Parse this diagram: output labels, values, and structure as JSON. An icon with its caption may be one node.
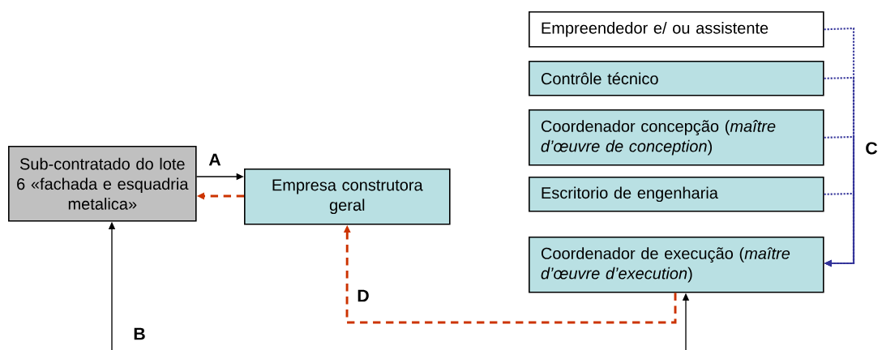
{
  "diagram": {
    "nodes": [
      {
        "text": [
          "Sub-contratado do lote 6 «fachada e esquadria metalica»"
        ]
      },
      {
        "text": [
          "Empresa construtora geral"
        ]
      },
      {
        "text": [
          "Empreendedor e/ ou assistente"
        ]
      },
      {
        "text": [
          "Contrôle técnico"
        ]
      },
      {
        "text": [
          "Coordenador concepção (*maître d’œuvre de conception*)"
        ]
      },
      {
        "text": [
          "Escritorio de engenharia"
        ]
      },
      {
        "text": [
          "Coordenador de execução (*maître d’œuvre d’execution*)"
        ]
      }
    ],
    "edges": [
      {
        "from": 0,
        "to": 1,
        "arrow": "to",
        "label": "A",
        "color": "#000000"
      },
      {
        "from": 1,
        "to": 0,
        "arrow": "to",
        "style": "dashed",
        "color": "#cc3300"
      },
      {
        "from": null,
        "to": 0,
        "arrow": "to",
        "label": "B",
        "color": "#000000"
      },
      {
        "from": null,
        "to": 6,
        "arrow": "to",
        "color": "#000000"
      },
      {
        "from": 6,
        "to": 1,
        "arrow": "to",
        "label": "D",
        "style": "dashed",
        "color": "#cc3300"
      },
      {
        "from": 2,
        "to": 6,
        "arrow": "to",
        "style": "dashed",
        "color": "#333399"
      },
      {
        "from": 3,
        "to": 6,
        "arrow": "to",
        "style": "dashed",
        "color": "#333399"
      },
      {
        "from": 4,
        "to": 6,
        "arrow": "to",
        "style": "dashed",
        "color": "#333399",
        "label": "C"
      },
      {
        "from": 5,
        "to": 6,
        "arrow": "to",
        "style": "dashed",
        "color": "#333399"
      }
    ]
  }
}
